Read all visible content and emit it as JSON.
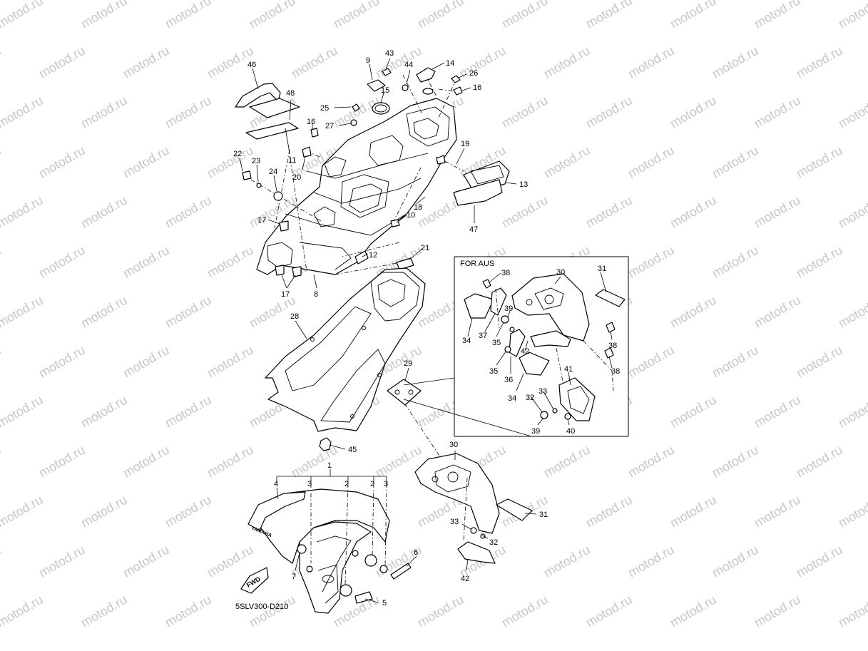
{
  "diagram": {
    "watermark": "motod.ru",
    "inset_title": "FOR AUS",
    "drawing_code": "5SLV300-D210",
    "fwd_mark": "FWD",
    "brand_mark": "YAMAHA",
    "callouts": {
      "c1": "1",
      "c2a": "2",
      "c2b": "2",
      "c3a": "3",
      "c3b": "3",
      "c4": "4",
      "c5": "5",
      "c6": "6",
      "c7": "7",
      "c8": "8",
      "c9": "9",
      "c10": "10",
      "c11": "11",
      "c12": "12",
      "c13": "13",
      "c14": "14",
      "c15": "15",
      "c16a": "16",
      "c16b": "16",
      "c17a": "17",
      "c17b": "17",
      "c18": "18",
      "c19": "19",
      "c20": "20",
      "c21": "21",
      "c22": "22",
      "c23": "23",
      "c24": "24",
      "c25": "25",
      "c26": "26",
      "c27": "27",
      "c28": "28",
      "c29": "29",
      "c30a": "30",
      "c30b": "30",
      "c31a": "31",
      "c31b": "31",
      "c32a": "32",
      "c32b": "32",
      "c33a": "33",
      "c33b": "33",
      "c34a": "34",
      "c34b": "34",
      "c35a": "35",
      "c35b": "35",
      "c36": "36",
      "c37": "37",
      "c38a": "38",
      "c38b": "38",
      "c38c": "38",
      "c39a": "39",
      "c39b": "39",
      "c40": "40",
      "c41": "41",
      "c42a": "42",
      "c42b": "42",
      "c43": "43",
      "c44": "44",
      "c45": "45",
      "c46": "46",
      "c47": "47",
      "c48": "48"
    }
  }
}
